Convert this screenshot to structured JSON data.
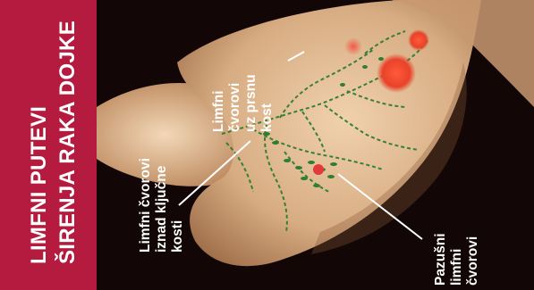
{
  "title": {
    "line1": "LIMFNI PUTEVI",
    "line2": "ŠIRENJA RAKA DOJKE"
  },
  "labels": {
    "clavicle": [
      "Limfni čvorovi",
      "iznad ključne",
      "kosti"
    ],
    "axillary": [
      "Pazušni",
      "limfni",
      "čvorovi"
    ],
    "sternum": [
      "Limfni",
      "čvorovi",
      "uz prsnu",
      "kost"
    ]
  },
  "colors": {
    "title_strip": "#b51a3f",
    "background": "#120606",
    "skin": "#dbb48c",
    "lymph_vessels": "#2e7d32",
    "tumor": "#e8432a",
    "label_text": "#ffffff"
  }
}
